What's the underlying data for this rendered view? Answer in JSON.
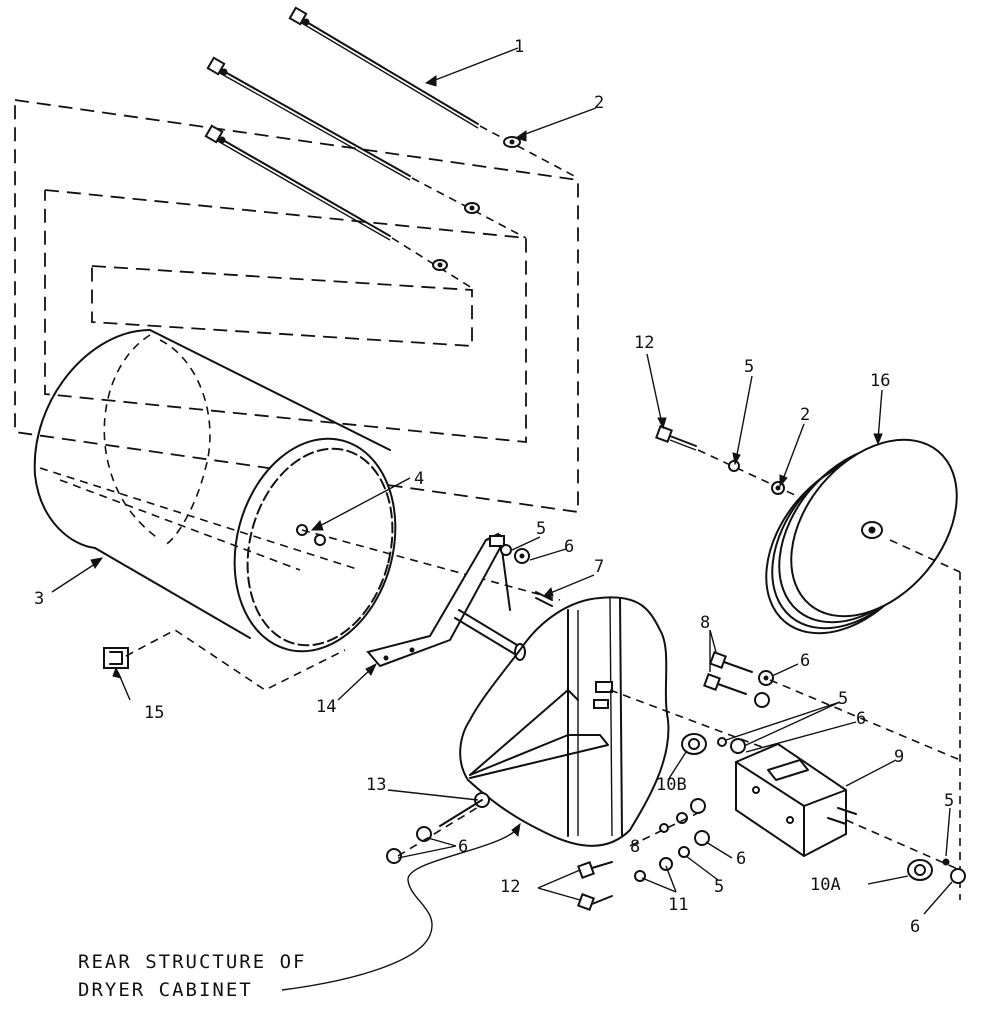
{
  "diagram": {
    "callouts": {
      "c1": "1",
      "c2a": "2",
      "c2b": "2",
      "c3": "3",
      "c4": "4",
      "c5a": "5",
      "c5b": "5",
      "c5c": "5",
      "c5d": "5",
      "c5e": "5",
      "c6a": "6",
      "c6b": "6",
      "c6c": "6",
      "c6d": "6",
      "c6e": "6",
      "c6f": "6",
      "c7": "7",
      "c8a": "8",
      "c8b": "8",
      "c9": "9",
      "c10a": "10A",
      "c10b": "10B",
      "c11": "11",
      "c12a": "12",
      "c12b": "12",
      "c13": "13",
      "c14": "14",
      "c15": "15",
      "c16": "16"
    },
    "caption": {
      "line1": "REAR STRUCTURE OF",
      "line2": "DRYER CABINET"
    }
  }
}
